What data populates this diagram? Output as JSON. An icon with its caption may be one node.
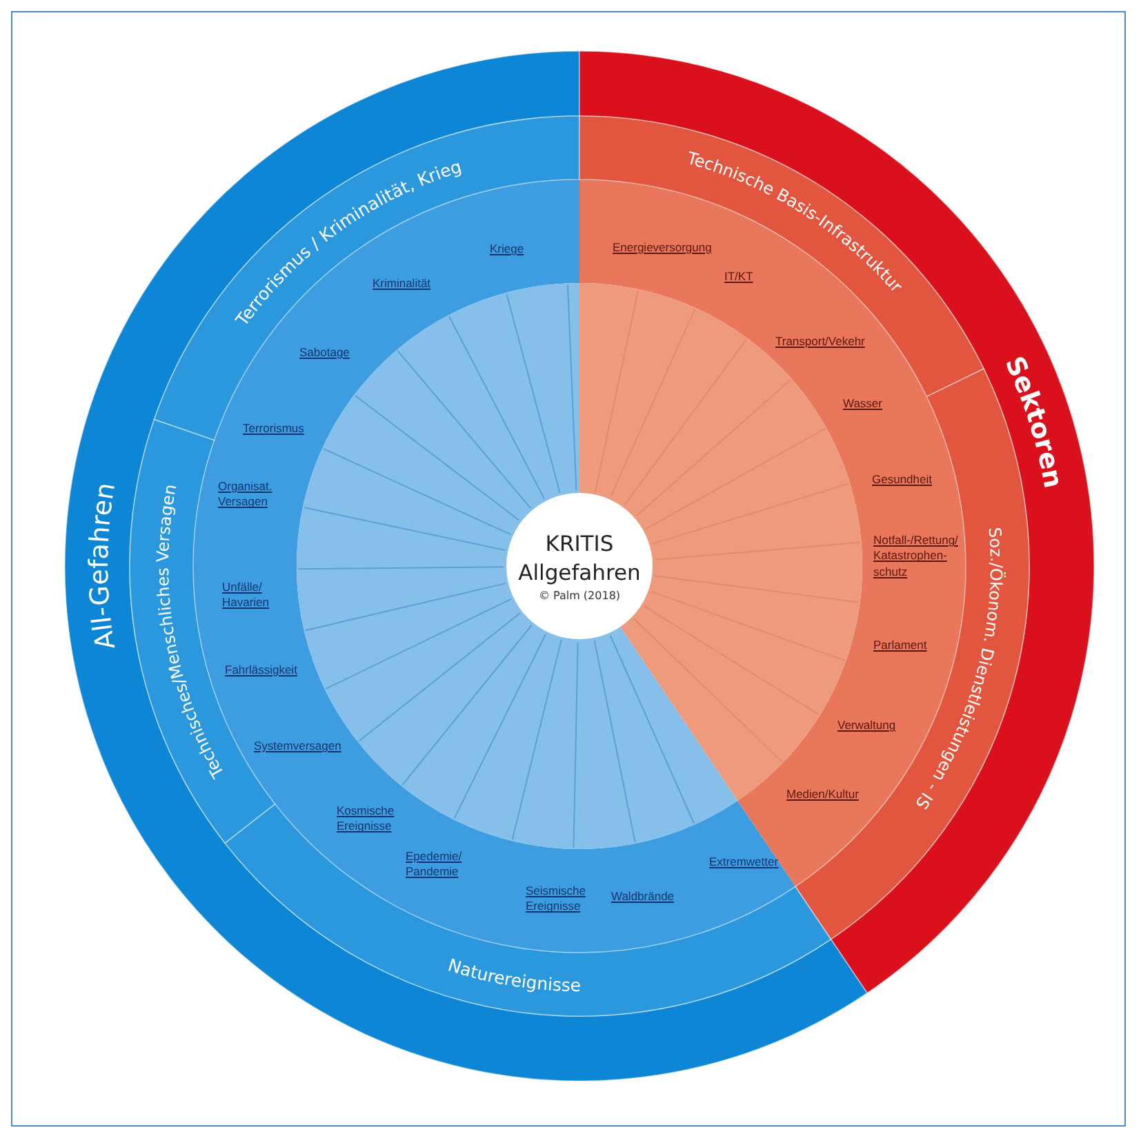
{
  "diagram": {
    "nodes": [
      {
        "text": [
          "All-Gefahren"
        ]
      },
      {
        "text": [
          "Sektoren"
        ]
      },
      {
        "text": [
          "Terrorismus / Kriminalität, Krieg"
        ]
      },
      {
        "text": [
          "Technisches/Menschliches Versagen"
        ]
      },
      {
        "text": [
          "Naturereignisse"
        ]
      },
      {
        "text": [
          "Technische Basis-Infrastruktur"
        ]
      },
      {
        "text": [
          "Soz./Ökonom. Dienstleistungen - IS"
        ]
      },
      {
        "text": [
          "KRITIS Allgefahren",
          "© Palm (2018)"
        ]
      }
    ],
    "edges": [],
    "labels": [
      "Kriege",
      "Kriminalität",
      "Sabotage",
      "Terrorismus",
      "Organisat. Versagen",
      "Unfälle/ Havarien",
      "Fahrlässigkeit",
      "Systemversagen",
      "Kosmische Ereignisse",
      "Epedemie/ Pandemie",
      "Seismische Ereignisse",
      "Waldbrände",
      "Extremwetter",
      "Energieversorgung",
      "IT/KT",
      "Transport/Vekehr",
      "Wasser",
      "Gesundheit",
      "Notfall-/Rettung/ Katastrophen- schutz",
      "Parlament",
      "Verwaltung",
      "Medien/Kultur"
    ]
  }
}
